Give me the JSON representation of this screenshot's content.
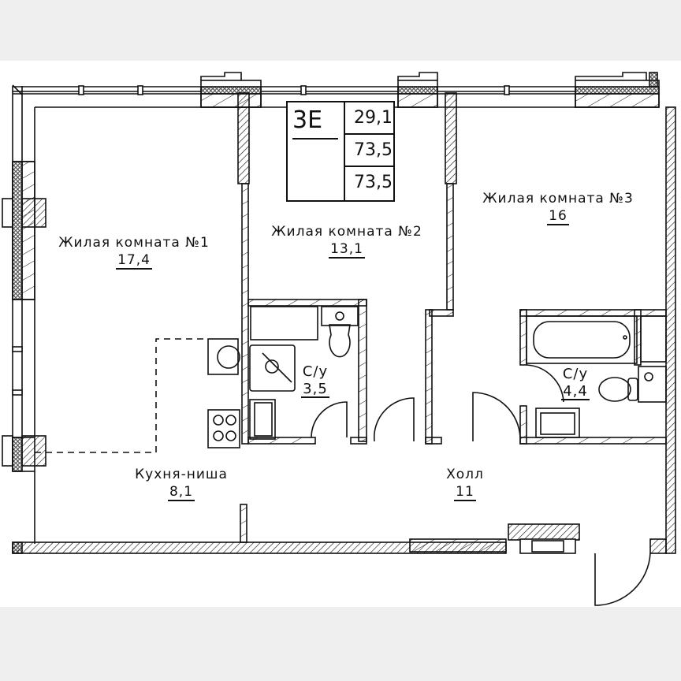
{
  "plan": {
    "apartment_code": "3E",
    "areas": {
      "living": "29,1",
      "total": "73,5",
      "total_with_balcony": "73,5"
    },
    "rooms": [
      {
        "id": "room1",
        "name": "Жилая комната №1",
        "area": "17,4"
      },
      {
        "id": "room2",
        "name": "Жилая комната №2",
        "area": "13,1"
      },
      {
        "id": "room3",
        "name": "Жилая комната №3",
        "area": "16"
      },
      {
        "id": "bath1",
        "name": "С/у",
        "area": "3,5"
      },
      {
        "id": "bath2",
        "name": "С/у",
        "area": "4,4"
      },
      {
        "id": "kitchen",
        "name": "Кухня-ниша",
        "area": "8,1"
      },
      {
        "id": "hall",
        "name": "Холл",
        "area": "11"
      }
    ],
    "colors": {
      "background": "#efefef",
      "paper": "#ffffff",
      "line": "#111111"
    }
  }
}
